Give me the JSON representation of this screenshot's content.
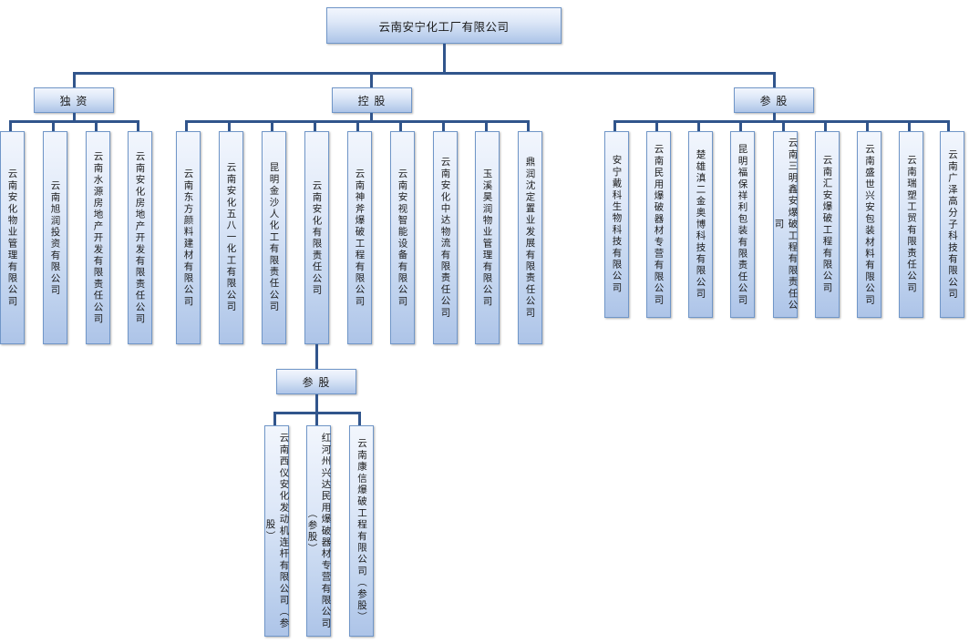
{
  "chart": {
    "type": "org-chart",
    "title": "云南安宁化工厂有限公司",
    "root": {
      "label": "云南安宁化工厂有限公司"
    },
    "groups": [
      {
        "id": "sole",
        "label": "独  资"
      },
      {
        "id": "holding",
        "label": "控  股"
      },
      {
        "id": "equity",
        "label": "参  股"
      },
      {
        "id": "sub-equity",
        "label": "参  股"
      }
    ],
    "sole_subsidiaries": [
      {
        "label": "云南安化物业管理有限公司"
      },
      {
        "label": "云南旭润投资有限公司"
      },
      {
        "label": "云南水源房地产开发有限责任公司"
      },
      {
        "label": "云南安化房地产开发有限责任公司"
      }
    ],
    "holding_subsidiaries": [
      {
        "label": "云南东方颜料建材有限公司"
      },
      {
        "label": "云南安化五八一化工有限公司"
      },
      {
        "label": "昆明金沙人化工有限责任公司"
      },
      {
        "label": "云南安化有限责任公司"
      },
      {
        "label": "云南神斧爆破工程有限公司"
      },
      {
        "label": "云南安视智能设备有限公司"
      },
      {
        "label": "云南安化中达物流有限责任公司"
      },
      {
        "label": "玉溪昊润物业管理有限公司"
      },
      {
        "label": "鼎润沈定置业发展有限责任公司"
      }
    ],
    "equity_subsidiaries": [
      {
        "label": "安宁戴科生物科技有限公司"
      },
      {
        "label": "云南民用爆破器材专营有限公司"
      },
      {
        "label": "楚雄滇二金奥博科技有限公司"
      },
      {
        "label": "昆明福保祥利包装有限责任公司"
      },
      {
        "label": "云南三明鑫安爆破工程有限责任公司"
      },
      {
        "label": "云南汇安爆破工程有限公司"
      },
      {
        "label": "云南盛世兴安包装材料有限公司"
      },
      {
        "label": "云南瑞塑工贸有限责任公司"
      },
      {
        "label": "云南广泽高分子科技有限公司"
      }
    ],
    "sub_equity_subsidiaries": [
      {
        "label": "云南西仪安化发动机连杆有限公司（参股）"
      },
      {
        "label": "红河州兴达民用爆破器材专营有限公司（参股）"
      },
      {
        "label": "云南康信爆破工程有限公司（参股）"
      }
    ],
    "colors": {
      "connector": "#31558C",
      "box_border": "#7096c8",
      "box_fill_top": "#f2f6fd",
      "box_fill_bottom": "#adc4e8",
      "background": "#ffffff",
      "text": "#1a1a1a"
    }
  }
}
